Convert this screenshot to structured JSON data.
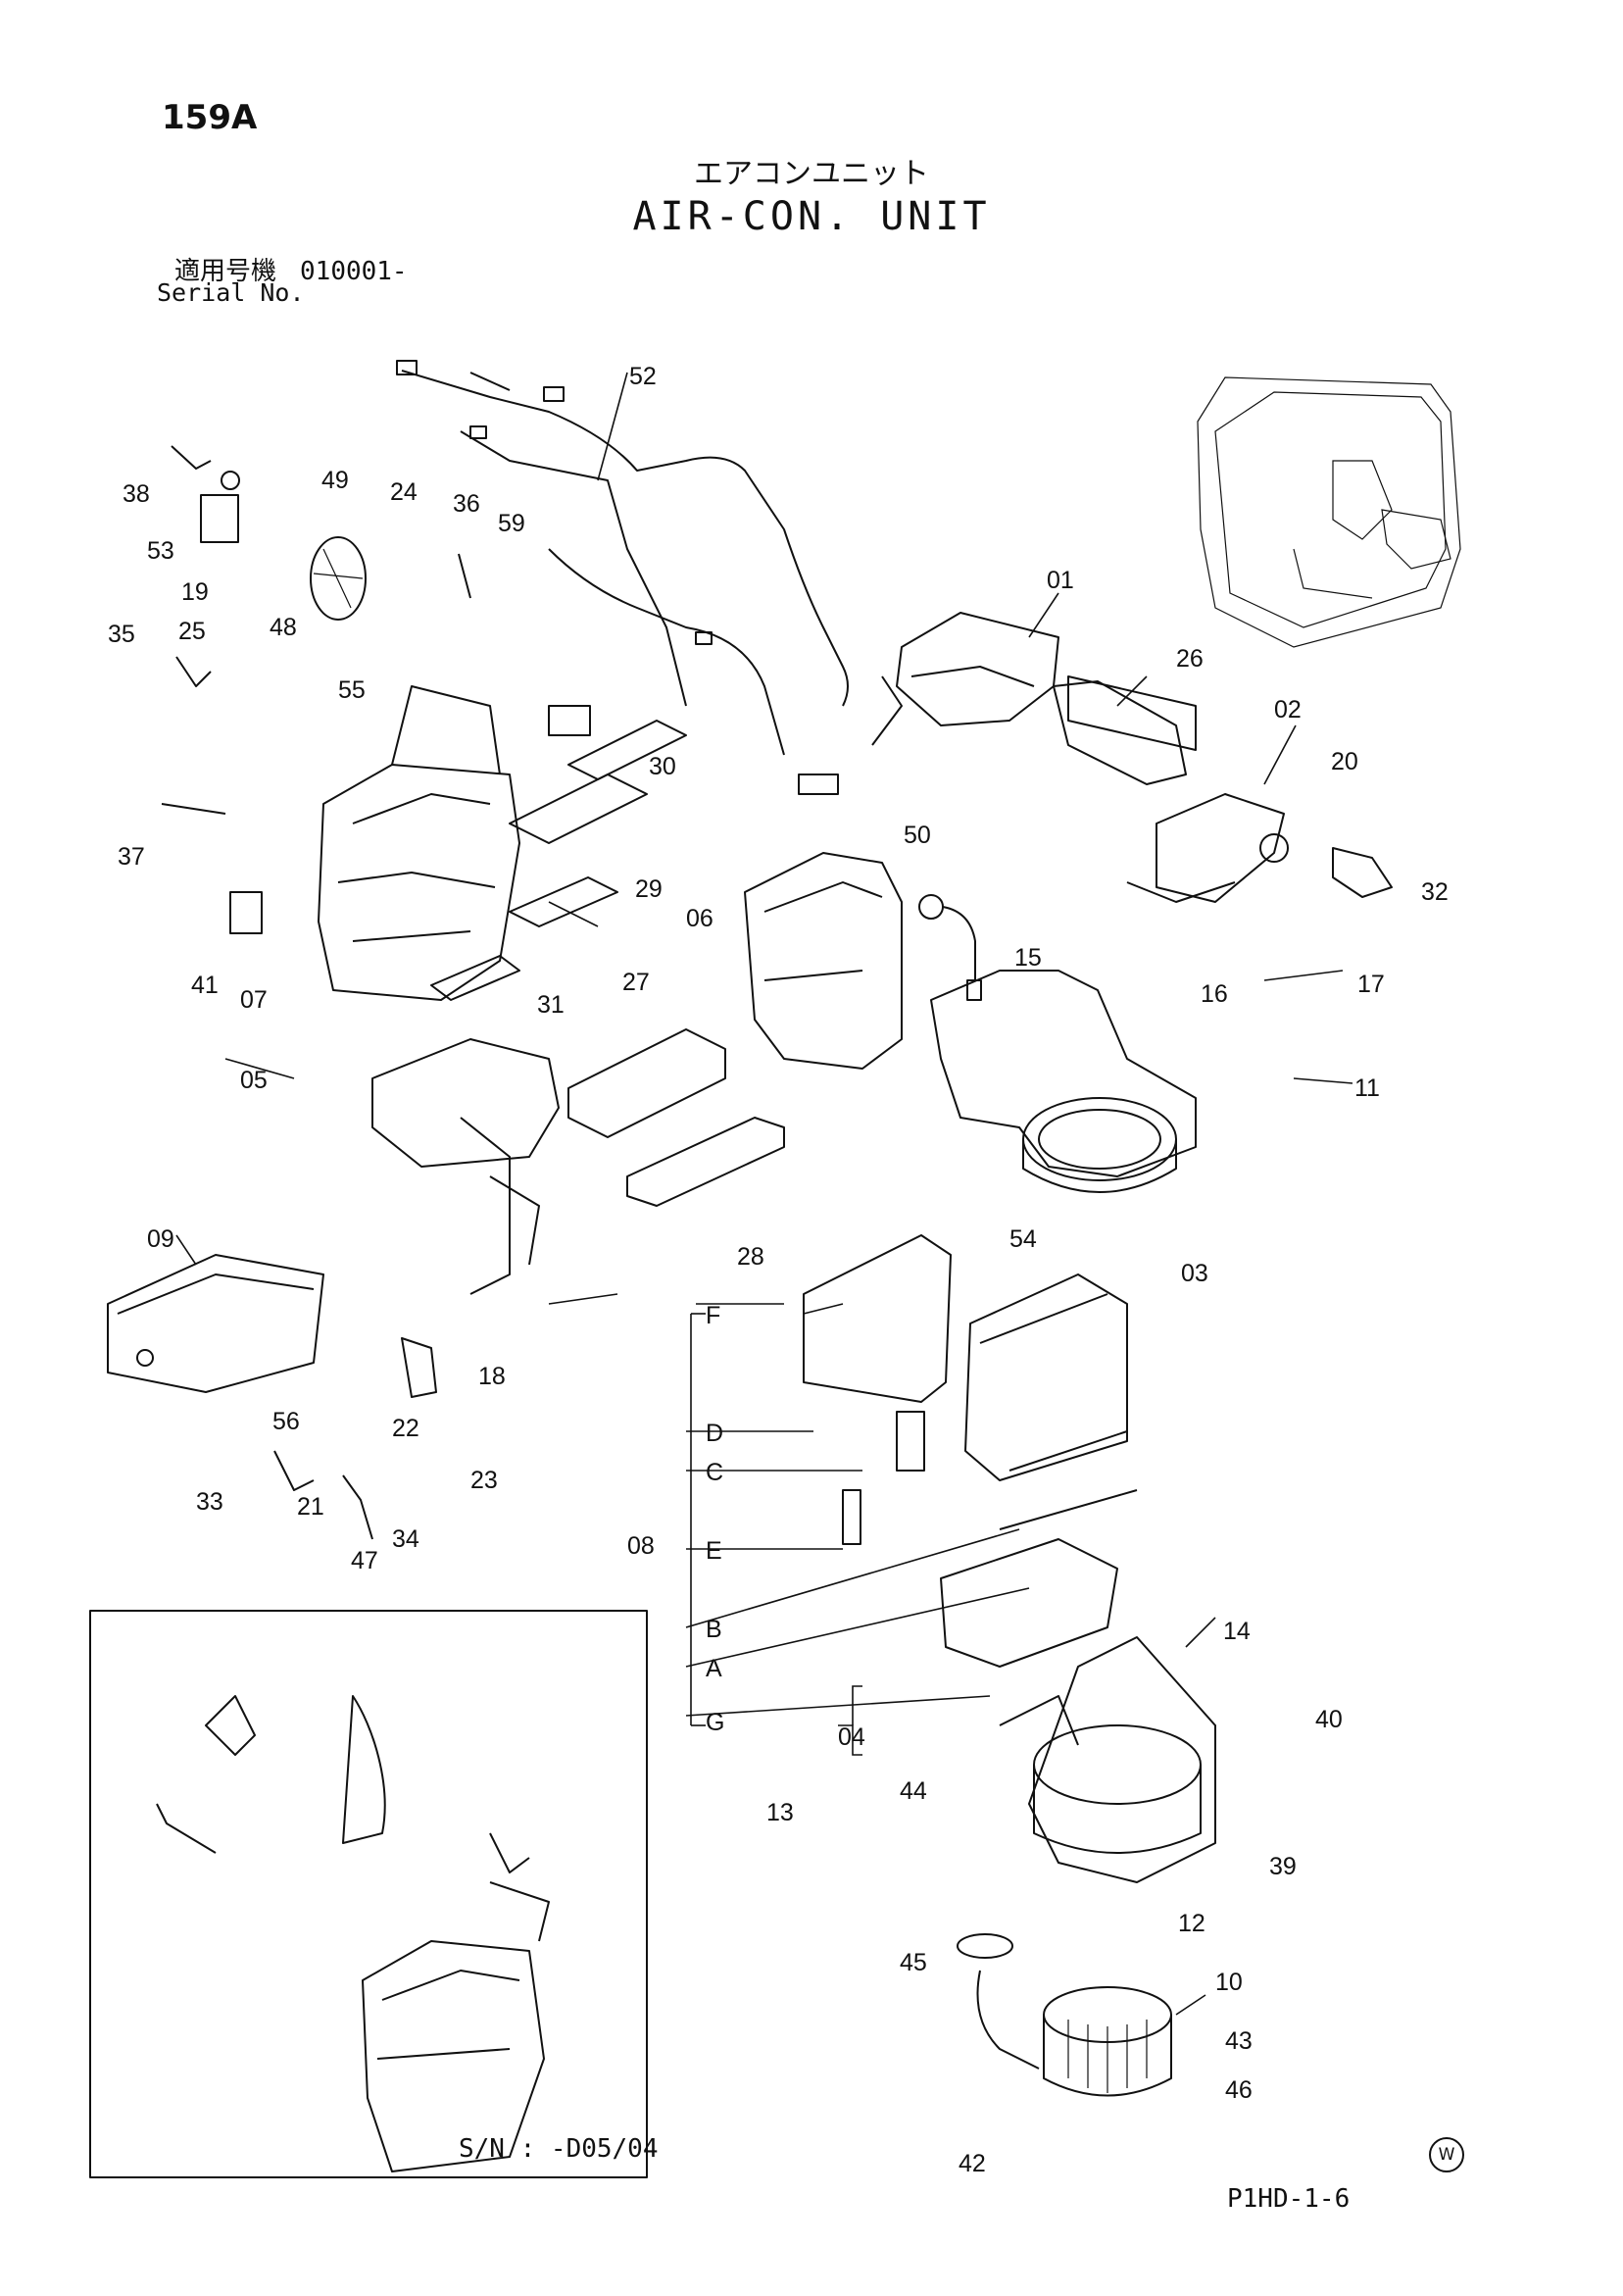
{
  "header": {
    "page_number": "159A",
    "title_jp": "エアコンユニット",
    "title_en": "AIR-CON. UNIT",
    "serial_jp_label": "適用号機",
    "serial_range": "010001-",
    "serial_en_label": "Serial No."
  },
  "callouts": [
    "01",
    "02",
    "03",
    "04",
    "05",
    "06",
    "07",
    "08",
    "09",
    "10",
    "11",
    "12",
    "13",
    "14",
    "15",
    "16",
    "17",
    "18",
    "19",
    "20",
    "21",
    "22",
    "23",
    "24",
    "25",
    "26",
    "27",
    "28",
    "29",
    "30",
    "31",
    "32",
    "33",
    "34",
    "35",
    "36",
    "37",
    "38",
    "39",
    "40",
    "41",
    "42",
    "43",
    "44",
    "45",
    "46",
    "47",
    "48",
    "49",
    "50",
    "52",
    "53",
    "54",
    "55",
    "56",
    "59"
  ],
  "group_letters": [
    "F",
    "D",
    "C",
    "E",
    "B",
    "A",
    "G"
  ],
  "inset": {
    "serial_note": "S/N : -D05/04"
  },
  "footer": {
    "drawing_code": "P1HD-1-6",
    "mark": "W"
  }
}
